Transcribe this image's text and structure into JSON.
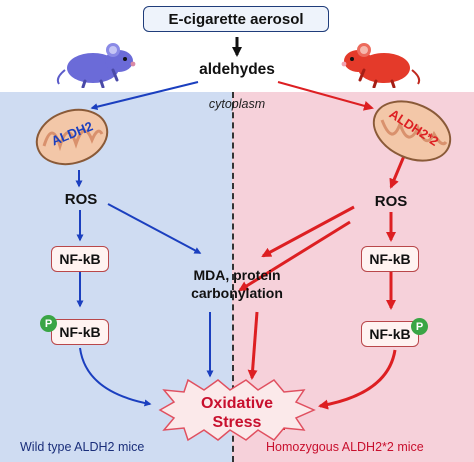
{
  "title": "E-cigarette aerosol",
  "aldehydes": "aldehydes",
  "cytoplasm": "cytoplasm",
  "left": {
    "enzyme": "ALDH2",
    "ros": "ROS",
    "nfkb": "NF-kB",
    "p_nfkb": "NF-kB",
    "phospho": "P",
    "footer": "Wild type ALDH2 mice"
  },
  "right": {
    "enzyme": "ALDH2*2",
    "ros": "ROS",
    "nfkb": "NF-kB",
    "p_nfkb": "NF-kB",
    "phospho": "P",
    "footer": "Homozygous ALDH2*2 mice"
  },
  "center": {
    "mda_line1": "MDA, protein",
    "mda_line2": "carbonylation",
    "stress_line1": "Oxidative",
    "stress_line2": "Stress"
  },
  "colors": {
    "wild_type_arrow": "#1b3fbf",
    "mutant_arrow": "#dd1f22",
    "left_panel": "#cfdcf2",
    "right_panel": "#f6d1da",
    "stress_text": "#c8102e"
  }
}
